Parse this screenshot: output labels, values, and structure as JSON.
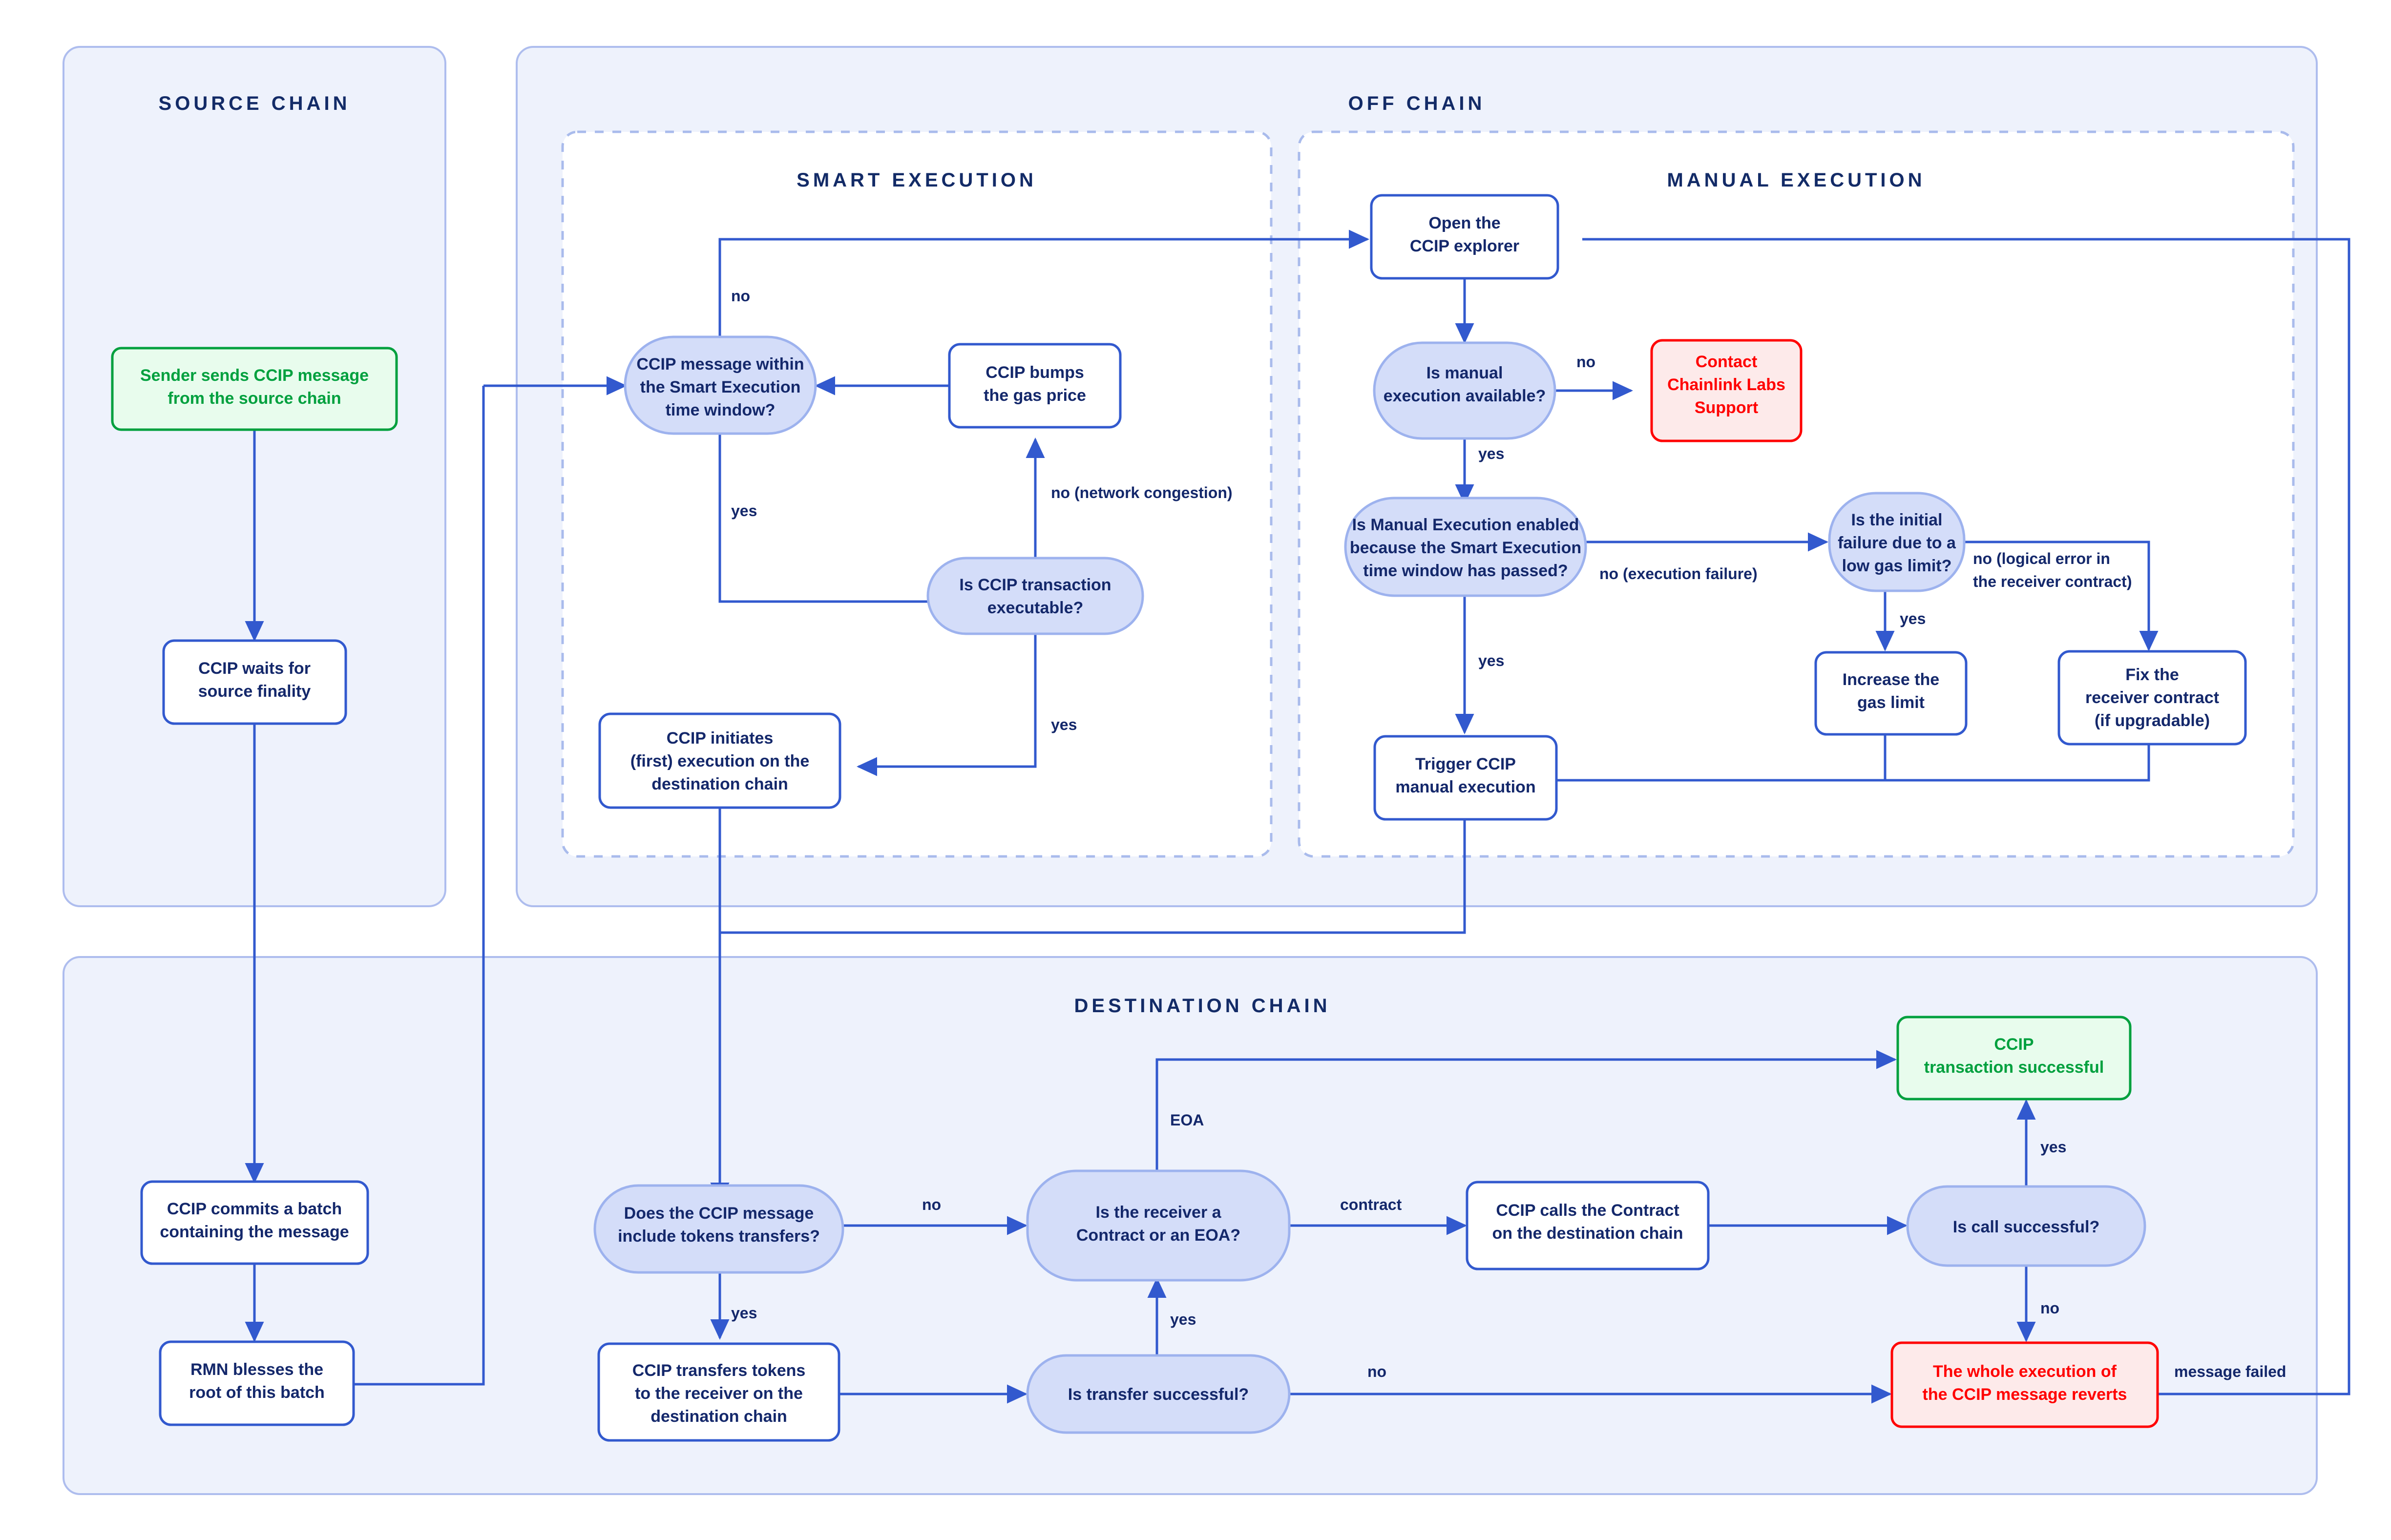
{
  "groups": {
    "source_chain": {
      "title": "SOURCE CHAIN"
    },
    "off_chain": {
      "title": "OFF CHAIN"
    },
    "smart_execution": {
      "title": "SMART EXECUTION"
    },
    "manual_execution": {
      "title": "MANUAL EXECUTION"
    },
    "destination_chain": {
      "title": "DESTINATION CHAIN"
    }
  },
  "nodes": {
    "sender_sends": {
      "lines": [
        "Sender sends CCIP message",
        "from the source chain"
      ],
      "shape": "box",
      "style": "green"
    },
    "waits_finality": {
      "lines": [
        "CCIP waits for",
        "source finality"
      ],
      "shape": "box",
      "style": "plain"
    },
    "commits_batch": {
      "lines": [
        "CCIP commits a batch",
        "containing the message"
      ],
      "shape": "box",
      "style": "plain"
    },
    "rmn_blesses": {
      "lines": [
        "RMN blesses the",
        "root of this batch"
      ],
      "shape": "box",
      "style": "plain"
    },
    "within_window": {
      "lines": [
        "CCIP message within",
        "the Smart Execution",
        "time window?"
      ],
      "shape": "decision",
      "style": "decision"
    },
    "bumps_gas": {
      "lines": [
        "CCIP bumps",
        "the gas price"
      ],
      "shape": "box",
      "style": "plain"
    },
    "tx_executable": {
      "lines": [
        "Is CCIP transaction",
        "executable?"
      ],
      "shape": "decision",
      "style": "decision"
    },
    "initiates_exec": {
      "lines": [
        "CCIP initiates",
        "(first) execution on the",
        "destination chain"
      ],
      "shape": "box",
      "style": "plain"
    },
    "open_explorer": {
      "lines": [
        "Open the",
        "CCIP explorer"
      ],
      "shape": "box",
      "style": "plain"
    },
    "manual_available": {
      "lines": [
        "Is manual",
        "execution available?"
      ],
      "shape": "decision",
      "style": "decision"
    },
    "contact_support": {
      "lines": [
        "Contact",
        "Chainlink Labs",
        "Support"
      ],
      "shape": "box",
      "style": "red"
    },
    "manual_enabled": {
      "lines": [
        "Is Manual Execution enabled",
        "because the Smart Execution",
        "time window has passed?"
      ],
      "shape": "decision",
      "style": "decision"
    },
    "initial_failure": {
      "lines": [
        "Is the initial",
        "failure due to a",
        "low gas limit?"
      ],
      "shape": "decision",
      "style": "decision"
    },
    "increase_gas": {
      "lines": [
        "Increase the",
        "gas limit"
      ],
      "shape": "box",
      "style": "plain"
    },
    "fix_receiver": {
      "lines": [
        "Fix the",
        "receiver contract",
        "(if upgradable)"
      ],
      "shape": "box",
      "style": "plain"
    },
    "trigger_manual": {
      "lines": [
        "Trigger CCIP",
        "manual execution"
      ],
      "shape": "box",
      "style": "plain"
    },
    "includes_tokens": {
      "lines": [
        "Does the CCIP message",
        "include tokens transfers?"
      ],
      "shape": "decision",
      "style": "decision"
    },
    "transfers_tokens": {
      "lines": [
        "CCIP transfers tokens",
        "to the receiver on the",
        "destination chain"
      ],
      "shape": "box",
      "style": "plain"
    },
    "transfer_success": {
      "lines": [
        "Is transfer successful?"
      ],
      "shape": "decision",
      "style": "decision"
    },
    "receiver_type": {
      "lines": [
        "Is the receiver a",
        "Contract or an EOA?"
      ],
      "shape": "decision",
      "style": "decision"
    },
    "calls_contract": {
      "lines": [
        "CCIP calls the Contract",
        "on the destination chain"
      ],
      "shape": "box",
      "style": "plain"
    },
    "call_success": {
      "lines": [
        "Is call successful?"
      ],
      "shape": "decision",
      "style": "decision"
    },
    "tx_successful": {
      "lines": [
        "CCIP",
        "transaction successful"
      ],
      "shape": "box",
      "style": "green"
    },
    "reverts": {
      "lines": [
        "The whole execution of",
        "the CCIP message reverts"
      ],
      "shape": "box",
      "style": "red"
    }
  },
  "edge_labels": {
    "no_window": "no",
    "yes_window": "yes",
    "no_congestion": "no (network congestion)",
    "yes_executable": "yes",
    "no_manual": "no",
    "yes_manual": "yes",
    "no_exec_failure": "no (execution failure)",
    "yes_gas": "yes",
    "no_logical": "no (logical error in",
    "no_logical2": "the receiver contract)",
    "yes_enabled": "yes",
    "no_tokens": "no",
    "yes_tokens": "yes",
    "yes_transfer": "yes",
    "no_transfer": "no",
    "eoa": "EOA",
    "contract": "contract",
    "yes_call": "yes",
    "no_call": "no",
    "message_failed": "message failed"
  },
  "colors": {
    "panel_fill": "#eef2fc",
    "panel_stroke": "#aebdee",
    "decision_fill": "#d4ddf9",
    "decision_stroke": "#9db2ee",
    "node_stroke": "#3259ce",
    "edge": "#3259ce",
    "text": "#14286b",
    "green_fill": "#e8fced",
    "green_stroke": "#00a03e",
    "green_text": "#00a03e",
    "red_fill": "#fdeaea",
    "red_stroke": "#ff0000",
    "red_text": "#ff0000"
  }
}
